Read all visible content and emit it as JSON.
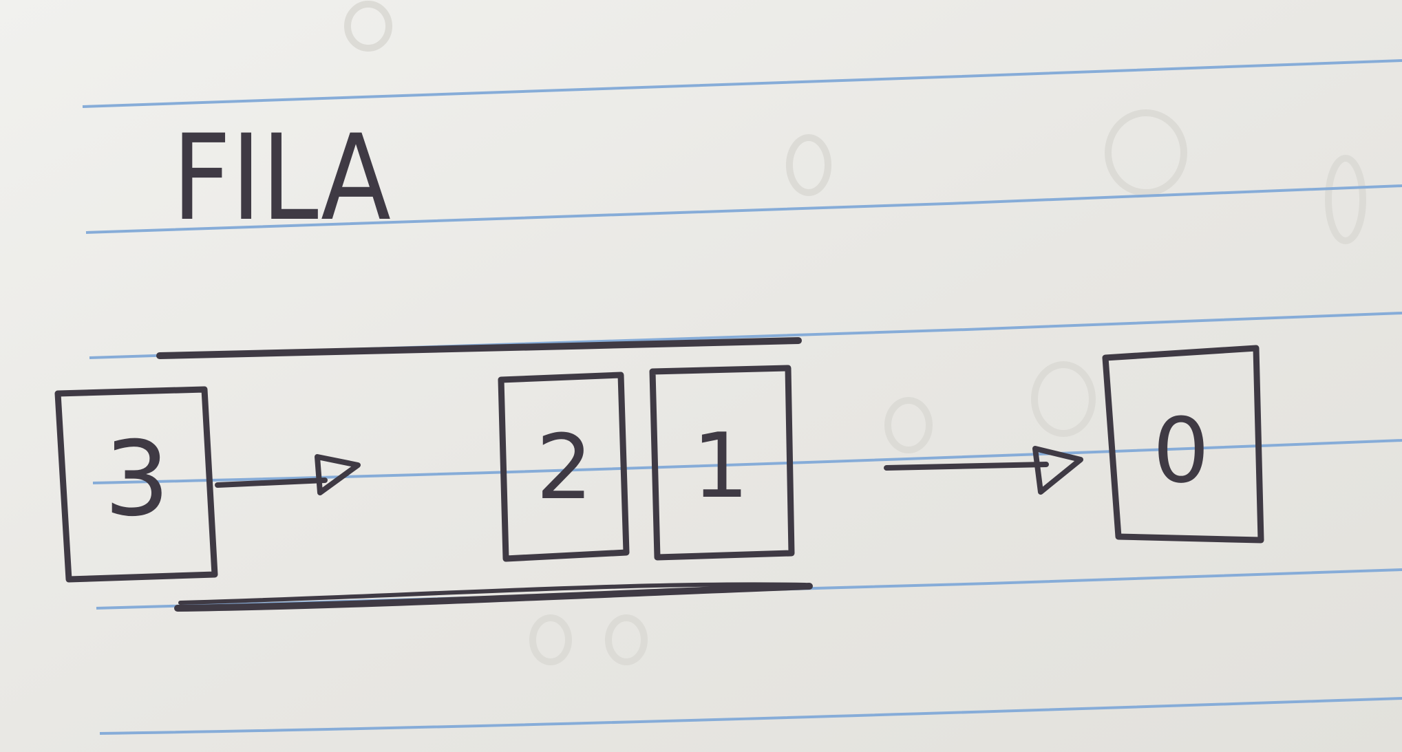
{
  "title": "FILA",
  "elements": [
    {
      "id": "node-3",
      "label": "3"
    },
    {
      "id": "node-2",
      "label": "2"
    },
    {
      "id": "node-1",
      "label": "1"
    },
    {
      "id": "node-0",
      "label": "0"
    }
  ],
  "arrows": [
    {
      "from": "node-3",
      "to": "queue",
      "meaning": "enqueue"
    },
    {
      "from": "queue",
      "to": "node-0",
      "meaning": "dequeue"
    }
  ],
  "colors": {
    "paper": "#e9e8e4",
    "ink": "#3f3a44",
    "rule_lines": "#86acd8"
  }
}
